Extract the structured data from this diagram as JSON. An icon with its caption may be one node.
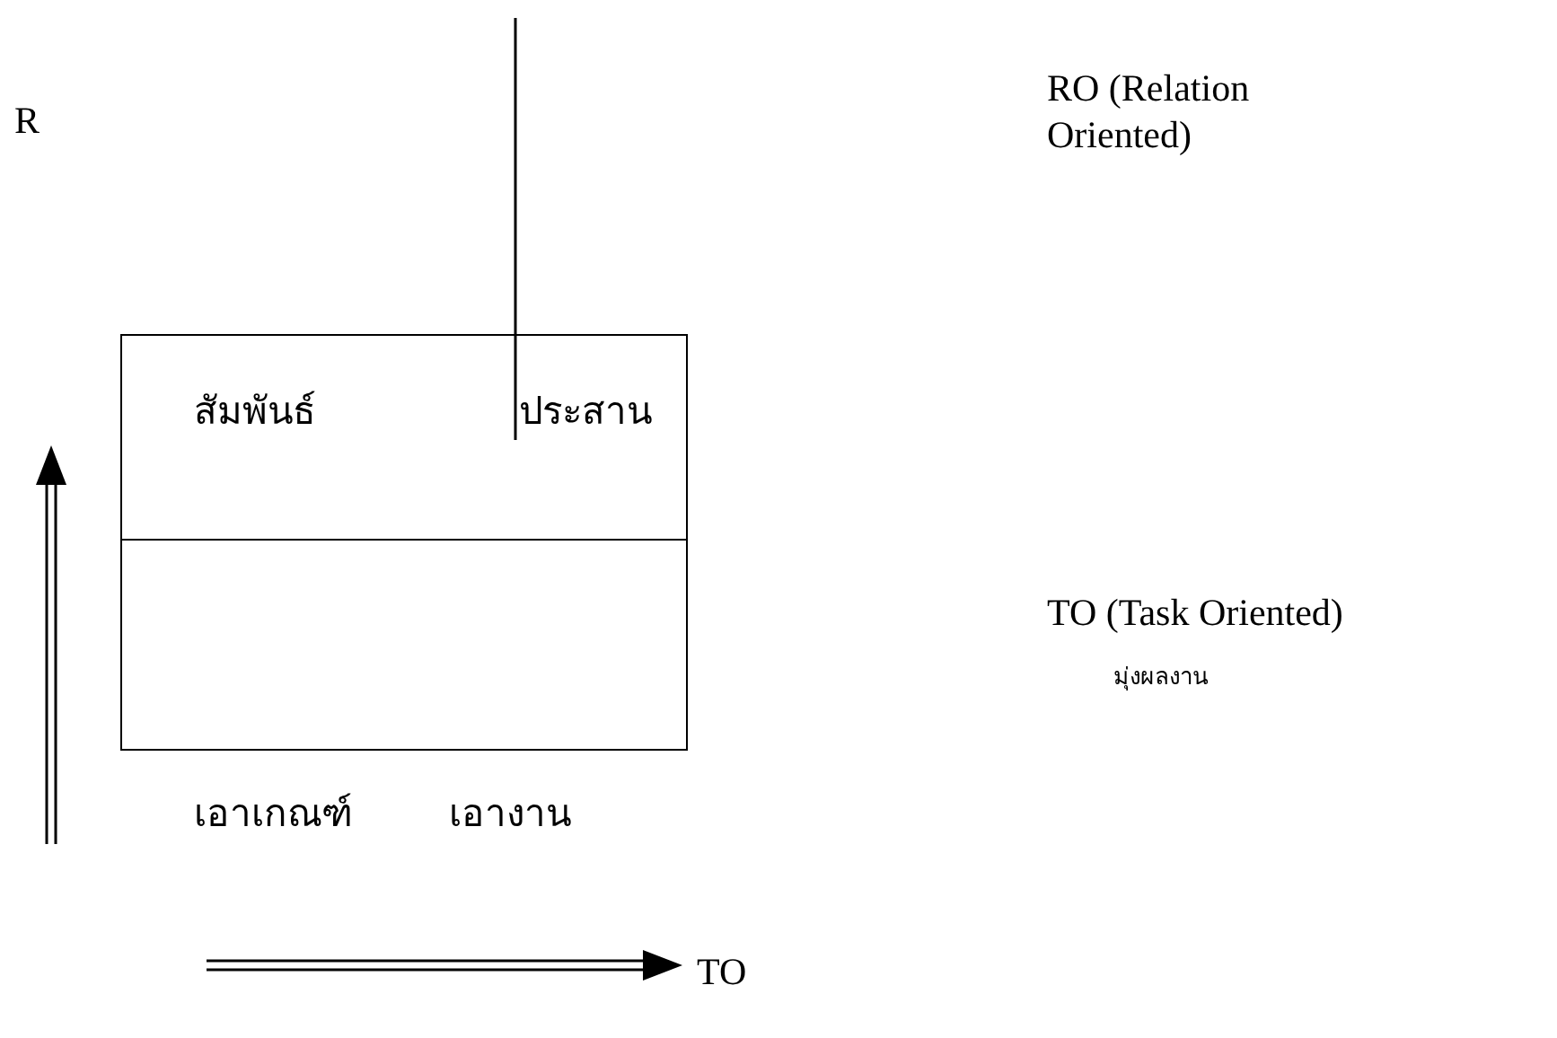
{
  "diagram": {
    "nodes": [
      {
        "text": [
          "สัมพันธ์",
          "ประสาน"
        ]
      },
      {
        "text": [],
        "shape": "box"
      }
    ],
    "labels": [
      "R",
      "RO (Relation Oriented)",
      "TO (Task Oriented)",
      "มุ่งผลงาน",
      "เอาเกณฑ์",
      "เอางาน",
      "TO"
    ]
  }
}
